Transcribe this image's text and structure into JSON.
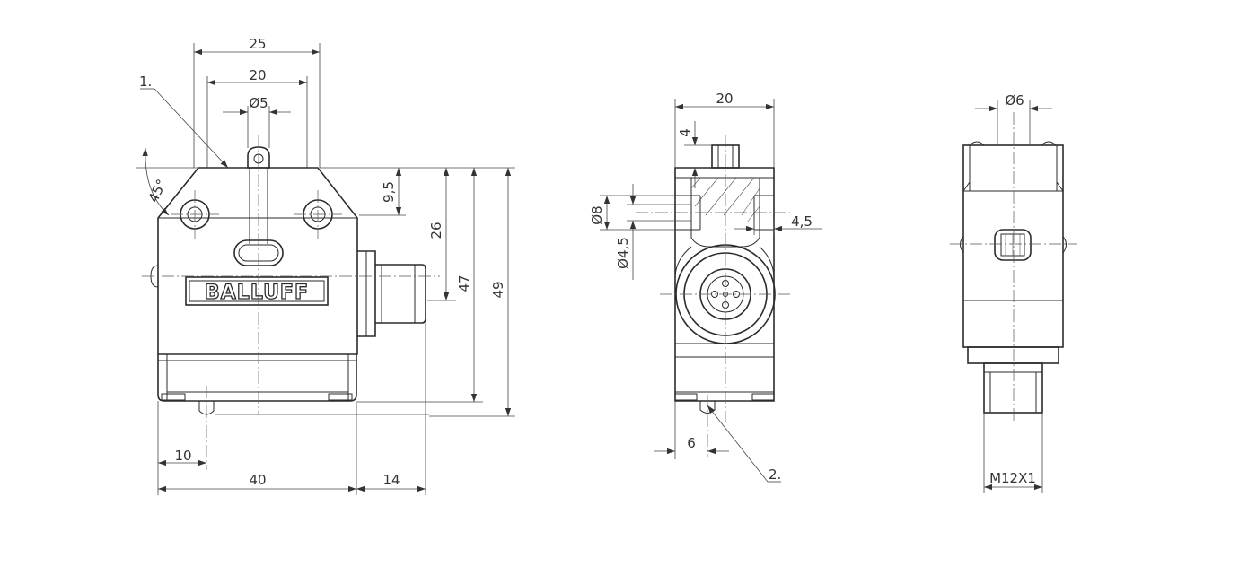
{
  "brand": "BALLUFF",
  "front_view": {
    "dim_width_top": "25",
    "dim_width_inner": "20",
    "dim_plunger_dia": "Ø5",
    "dim_angle": "45°",
    "dim_chamfer_height": "9,5",
    "dim_height_26": "26",
    "dim_height_47": "47",
    "dim_height_49": "49",
    "dim_offset_10": "10",
    "dim_width_40": "40",
    "dim_connector_14": "14",
    "callout_1": "1."
  },
  "side_view": {
    "dim_width": "20",
    "dim_plunger_travel": "4",
    "dim_hole_dia_8": "Ø8",
    "dim_hole_dia_45": "Ø4,5",
    "dim_counterbore": "4,5",
    "dim_offset_6": "6",
    "callout_2": "2."
  },
  "rear_view": {
    "dim_dia_6": "Ø6",
    "dim_thread": "M12X1"
  }
}
